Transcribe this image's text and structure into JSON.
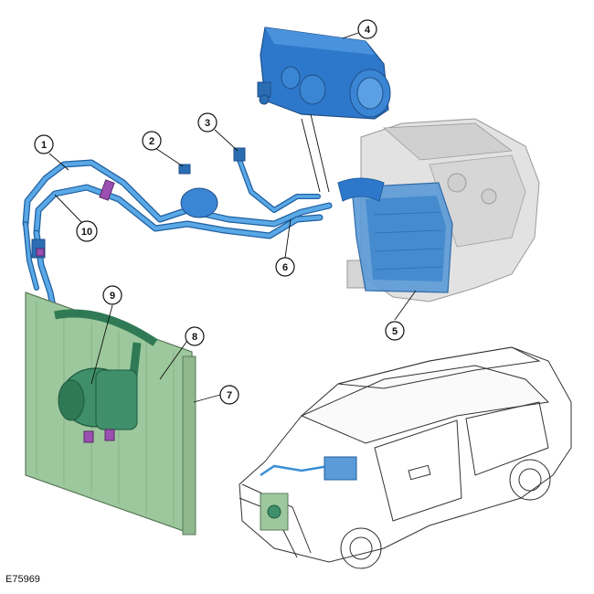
{
  "figure_ref": "E75969",
  "colors": {
    "pipe": "#3b8fd6",
    "pipe_dark": "#1f5fa0",
    "component_blue": "#2e78cc",
    "condenser": "#9dc79d",
    "compressor": "#3e8f6a",
    "connector": "#9b4fb0",
    "housing": "#d8d8d8",
    "outline": "#333333"
  },
  "callouts": [
    {
      "label": "1"
    },
    {
      "label": "2"
    },
    {
      "label": "3"
    },
    {
      "label": "4"
    },
    {
      "label": "5"
    },
    {
      "label": "6"
    },
    {
      "label": "7"
    },
    {
      "label": "8"
    },
    {
      "label": "9"
    },
    {
      "label": "10"
    }
  ],
  "components": {
    "expansion_valve": "expansion-valve",
    "evaporator": "evaporator-core",
    "heater_housing": "hvac-housing",
    "condenser": "condenser",
    "compressor": "compressor",
    "receiver_drier": "receiver-drier",
    "vehicle": "vehicle-outline"
  }
}
